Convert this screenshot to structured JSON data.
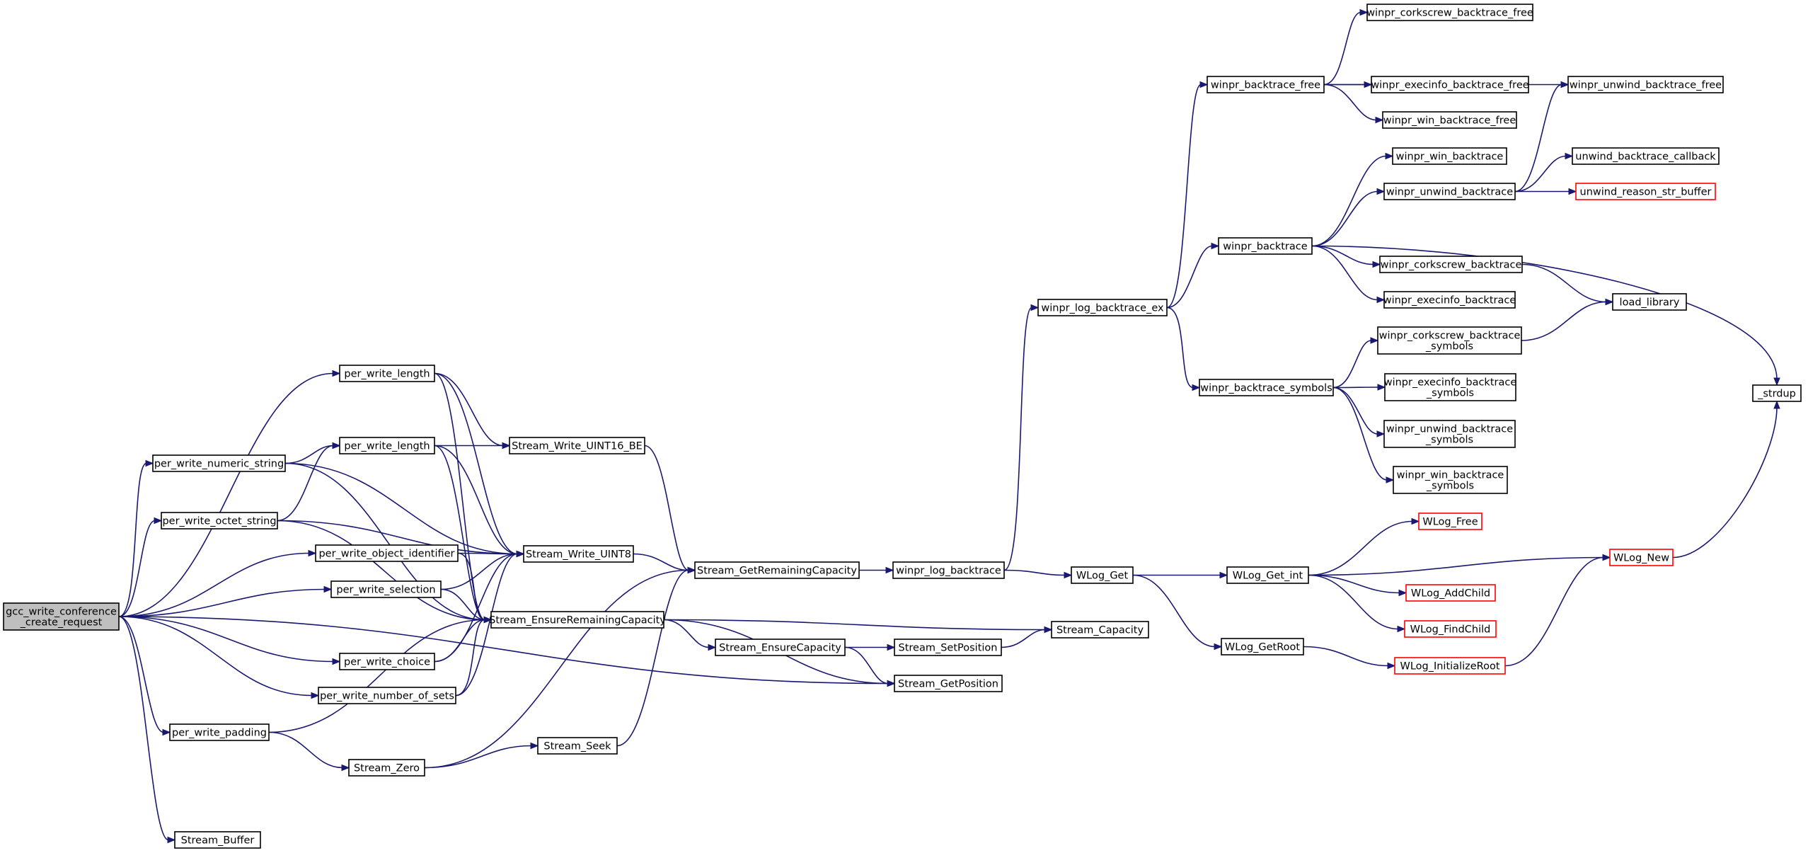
{
  "colors": {
    "edge": "#191970",
    "node_border": "#000000",
    "node_border_unresolved": "#ff0000",
    "root_fill": "#bfbfbf",
    "node_fill": "#ffffff"
  },
  "nodes": {
    "gcc_write_conference_create_request": {
      "lines": [
        "gcc_write_conference",
        "_create_request"
      ],
      "root": true
    },
    "per_write_length_a": {
      "lines": [
        "per_write_length"
      ]
    },
    "per_write_numeric_string": {
      "lines": [
        "per_write_numeric_string"
      ]
    },
    "per_write_length_b": {
      "lines": [
        "per_write_length"
      ]
    },
    "per_write_octet_string": {
      "lines": [
        "per_write_octet_string"
      ]
    },
    "per_write_object_identifier": {
      "lines": [
        "per_write_object_identifier"
      ]
    },
    "per_write_selection": {
      "lines": [
        "per_write_selection"
      ]
    },
    "per_write_choice": {
      "lines": [
        "per_write_choice"
      ]
    },
    "per_write_number_of_sets": {
      "lines": [
        "per_write_number_of_sets"
      ]
    },
    "per_write_padding": {
      "lines": [
        "per_write_padding"
      ]
    },
    "Stream_Buffer": {
      "lines": [
        "Stream_Buffer"
      ]
    },
    "Stream_Zero": {
      "lines": [
        "Stream_Zero"
      ]
    },
    "Stream_Seek": {
      "lines": [
        "Stream_Seek"
      ]
    },
    "Stream_Write_UINT16_BE": {
      "lines": [
        "Stream_Write_UINT16_BE"
      ]
    },
    "Stream_Write_UINT8": {
      "lines": [
        "Stream_Write_UINT8"
      ]
    },
    "Stream_EnsureRemainingCapacity": {
      "lines": [
        "Stream_EnsureRemainingCapacity"
      ]
    },
    "Stream_GetRemainingCapacity": {
      "lines": [
        "Stream_GetRemainingCapacity"
      ]
    },
    "Stream_EnsureCapacity": {
      "lines": [
        "Stream_EnsureCapacity"
      ]
    },
    "Stream_SetPosition": {
      "lines": [
        "Stream_SetPosition"
      ]
    },
    "Stream_GetPosition": {
      "lines": [
        "Stream_GetPosition"
      ]
    },
    "Stream_Capacity": {
      "lines": [
        "Stream_Capacity"
      ]
    },
    "winpr_log_backtrace": {
      "lines": [
        "winpr_log_backtrace"
      ]
    },
    "winpr_log_backtrace_ex": {
      "lines": [
        "winpr_log_backtrace_ex"
      ]
    },
    "WLog_Get": {
      "lines": [
        "WLog_Get"
      ]
    },
    "WLog_Get_int": {
      "lines": [
        "WLog_Get_int"
      ]
    },
    "WLog_GetRoot": {
      "lines": [
        "WLog_GetRoot"
      ]
    },
    "WLog_Free": {
      "lines": [
        "WLog_Free"
      ],
      "red": true
    },
    "WLog_AddChild": {
      "lines": [
        "WLog_AddChild"
      ],
      "red": true
    },
    "WLog_FindChild": {
      "lines": [
        "WLog_FindChild"
      ],
      "red": true
    },
    "WLog_InitializeRoot": {
      "lines": [
        "WLog_InitializeRoot"
      ],
      "red": true
    },
    "WLog_New": {
      "lines": [
        "WLog_New"
      ],
      "red": true
    },
    "_strdup": {
      "lines": [
        "_strdup"
      ]
    },
    "winpr_backtrace_free": {
      "lines": [
        "winpr_backtrace_free"
      ]
    },
    "winpr_corkscrew_backtrace_free": {
      "lines": [
        "winpr_corkscrew_backtrace_free"
      ]
    },
    "winpr_execinfo_backtrace_free": {
      "lines": [
        "winpr_execinfo_backtrace_free"
      ]
    },
    "winpr_win_backtrace_free": {
      "lines": [
        "winpr_win_backtrace_free"
      ]
    },
    "winpr_unwind_backtrace_free": {
      "lines": [
        "winpr_unwind_backtrace_free"
      ]
    },
    "winpr_win_backtrace": {
      "lines": [
        "winpr_win_backtrace"
      ]
    },
    "winpr_unwind_backtrace": {
      "lines": [
        "winpr_unwind_backtrace"
      ]
    },
    "unwind_backtrace_callback": {
      "lines": [
        "unwind_backtrace_callback"
      ]
    },
    "unwind_reason_str_buffer": {
      "lines": [
        "unwind_reason_str_buffer"
      ],
      "red": true
    },
    "winpr_backtrace": {
      "lines": [
        "winpr_backtrace"
      ]
    },
    "winpr_corkscrew_backtrace": {
      "lines": [
        "winpr_corkscrew_backtrace"
      ]
    },
    "winpr_execinfo_backtrace": {
      "lines": [
        "winpr_execinfo_backtrace"
      ]
    },
    "load_library": {
      "lines": [
        "load_library"
      ]
    },
    "winpr_backtrace_symbols": {
      "lines": [
        "winpr_backtrace_symbols"
      ]
    },
    "winpr_corkscrew_backtrace_symbols": {
      "lines": [
        "winpr_corkscrew_backtrace",
        "_symbols"
      ]
    },
    "winpr_execinfo_backtrace_symbols": {
      "lines": [
        "winpr_execinfo_backtrace",
        "_symbols"
      ]
    },
    "winpr_unwind_backtrace_symbols": {
      "lines": [
        "winpr_unwind_backtrace",
        "_symbols"
      ]
    },
    "winpr_win_backtrace_symbols": {
      "lines": [
        "winpr_win_backtrace",
        "_symbols"
      ]
    }
  },
  "edges": [
    [
      "gcc_write_conference_create_request",
      "per_write_length_a"
    ],
    [
      "gcc_write_conference_create_request",
      "per_write_numeric_string"
    ],
    [
      "gcc_write_conference_create_request",
      "per_write_octet_string"
    ],
    [
      "gcc_write_conference_create_request",
      "per_write_object_identifier"
    ],
    [
      "gcc_write_conference_create_request",
      "per_write_selection"
    ],
    [
      "gcc_write_conference_create_request",
      "per_write_choice"
    ],
    [
      "gcc_write_conference_create_request",
      "per_write_number_of_sets"
    ],
    [
      "gcc_write_conference_create_request",
      "per_write_padding"
    ],
    [
      "gcc_write_conference_create_request",
      "Stream_Buffer"
    ],
    [
      "gcc_write_conference_create_request",
      "Stream_GetPosition"
    ],
    [
      "per_write_length_a",
      "Stream_Write_UINT16_BE"
    ],
    [
      "per_write_length_a",
      "Stream_Write_UINT8"
    ],
    [
      "per_write_length_a",
      "Stream_EnsureRemainingCapacity"
    ],
    [
      "per_write_numeric_string",
      "per_write_length_b"
    ],
    [
      "per_write_numeric_string",
      "Stream_Write_UINT8"
    ],
    [
      "per_write_numeric_string",
      "Stream_EnsureRemainingCapacity"
    ],
    [
      "per_write_length_b",
      "Stream_Write_UINT16_BE"
    ],
    [
      "per_write_length_b",
      "Stream_Write_UINT8"
    ],
    [
      "per_write_length_b",
      "Stream_EnsureRemainingCapacity"
    ],
    [
      "per_write_octet_string",
      "per_write_length_b"
    ],
    [
      "per_write_octet_string",
      "Stream_Write_UINT8"
    ],
    [
      "per_write_octet_string",
      "Stream_EnsureRemainingCapacity"
    ],
    [
      "per_write_object_identifier",
      "Stream_Write_UINT8"
    ],
    [
      "per_write_object_identifier",
      "Stream_EnsureRemainingCapacity"
    ],
    [
      "per_write_selection",
      "Stream_Write_UINT8"
    ],
    [
      "per_write_selection",
      "Stream_EnsureRemainingCapacity"
    ],
    [
      "per_write_choice",
      "Stream_Write_UINT8"
    ],
    [
      "per_write_choice",
      "Stream_EnsureRemainingCapacity"
    ],
    [
      "per_write_number_of_sets",
      "Stream_Write_UINT8"
    ],
    [
      "per_write_number_of_sets",
      "Stream_EnsureRemainingCapacity"
    ],
    [
      "per_write_padding",
      "Stream_EnsureRemainingCapacity"
    ],
    [
      "per_write_padding",
      "Stream_Zero"
    ],
    [
      "Stream_Zero",
      "Stream_GetRemainingCapacity"
    ],
    [
      "Stream_Zero",
      "Stream_Seek"
    ],
    [
      "Stream_Seek",
      "Stream_GetRemainingCapacity"
    ],
    [
      "Stream_Write_UINT16_BE",
      "Stream_GetRemainingCapacity"
    ],
    [
      "Stream_Write_UINT8",
      "Stream_GetRemainingCapacity"
    ],
    [
      "Stream_EnsureRemainingCapacity",
      "Stream_Capacity"
    ],
    [
      "Stream_EnsureRemainingCapacity",
      "Stream_EnsureCapacity"
    ],
    [
      "Stream_EnsureRemainingCapacity",
      "Stream_GetPosition"
    ],
    [
      "Stream_EnsureCapacity",
      "Stream_SetPosition"
    ],
    [
      "Stream_EnsureCapacity",
      "Stream_GetPosition"
    ],
    [
      "Stream_SetPosition",
      "Stream_Capacity"
    ],
    [
      "Stream_GetRemainingCapacity",
      "winpr_log_backtrace"
    ],
    [
      "winpr_log_backtrace",
      "winpr_log_backtrace_ex"
    ],
    [
      "winpr_log_backtrace",
      "WLog_Get"
    ],
    [
      "WLog_Get",
      "WLog_Get_int"
    ],
    [
      "WLog_Get",
      "WLog_GetRoot"
    ],
    [
      "WLog_Get_int",
      "WLog_Free"
    ],
    [
      "WLog_Get_int",
      "WLog_New"
    ],
    [
      "WLog_Get_int",
      "WLog_AddChild"
    ],
    [
      "WLog_Get_int",
      "WLog_FindChild"
    ],
    [
      "WLog_GetRoot",
      "WLog_InitializeRoot"
    ],
    [
      "WLog_InitializeRoot",
      "WLog_New"
    ],
    [
      "WLog_New",
      "_strdup"
    ],
    [
      "winpr_log_backtrace_ex",
      "winpr_backtrace_free"
    ],
    [
      "winpr_log_backtrace_ex",
      "winpr_backtrace"
    ],
    [
      "winpr_log_backtrace_ex",
      "winpr_backtrace_symbols"
    ],
    [
      "winpr_backtrace_free",
      "winpr_corkscrew_backtrace_free"
    ],
    [
      "winpr_backtrace_free",
      "winpr_execinfo_backtrace_free"
    ],
    [
      "winpr_backtrace_free",
      "winpr_win_backtrace_free"
    ],
    [
      "winpr_backtrace_free",
      "winpr_unwind_backtrace_free"
    ],
    [
      "winpr_backtrace",
      "winpr_win_backtrace"
    ],
    [
      "winpr_backtrace",
      "winpr_unwind_backtrace"
    ],
    [
      "winpr_backtrace",
      "winpr_corkscrew_backtrace"
    ],
    [
      "winpr_backtrace",
      "winpr_execinfo_backtrace"
    ],
    [
      "winpr_backtrace",
      "_strdup"
    ],
    [
      "winpr_unwind_backtrace",
      "winpr_unwind_backtrace_free"
    ],
    [
      "winpr_unwind_backtrace",
      "unwind_backtrace_callback"
    ],
    [
      "winpr_unwind_backtrace",
      "unwind_reason_str_buffer"
    ],
    [
      "winpr_corkscrew_backtrace",
      "load_library"
    ],
    [
      "winpr_backtrace_symbols",
      "winpr_corkscrew_backtrace_symbols"
    ],
    [
      "winpr_backtrace_symbols",
      "winpr_execinfo_backtrace_symbols"
    ],
    [
      "winpr_backtrace_symbols",
      "winpr_unwind_backtrace_symbols"
    ],
    [
      "winpr_backtrace_symbols",
      "winpr_win_backtrace_symbols"
    ],
    [
      "winpr_corkscrew_backtrace_symbols",
      "load_library"
    ]
  ]
}
